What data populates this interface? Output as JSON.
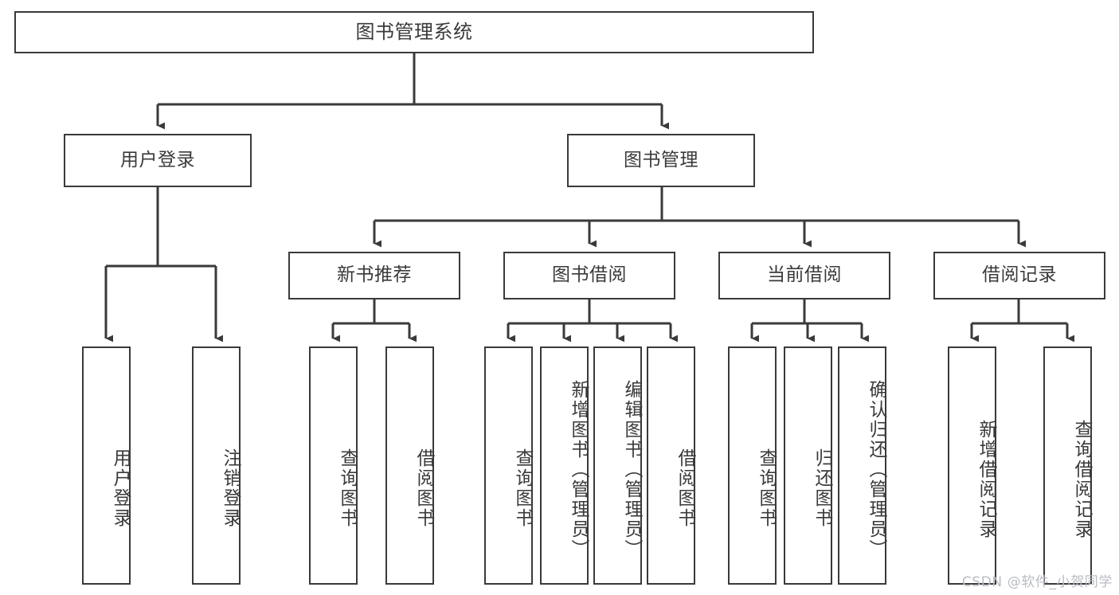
{
  "diagram": {
    "title": "图书管理系统",
    "watermark": "CSDN @软件_小贺同学",
    "line_color": "#3a3a3c",
    "box_fill": "#ffffff",
    "text_color": "#3a3a3c",
    "root": {
      "label": "图书管理系统"
    },
    "level2": [
      {
        "label": "用户登录"
      },
      {
        "label": "图书管理"
      }
    ],
    "level3": [
      {
        "label": "新书推荐"
      },
      {
        "label": "图书借阅"
      },
      {
        "label": "当前借阅"
      },
      {
        "label": "借阅记录"
      }
    ],
    "leaves": {
      "user_login": [
        {
          "label": "用户登录"
        },
        {
          "label": "注销登录"
        }
      ],
      "new_book_recommend": [
        {
          "label": "查询图书"
        },
        {
          "label": "借阅图书"
        }
      ],
      "book_borrow": [
        {
          "label": "查询图书"
        },
        {
          "label": "新增图书（管理员）"
        },
        {
          "label": "编辑图书（管理员）"
        },
        {
          "label": "借阅图书"
        }
      ],
      "current_borrow": [
        {
          "label": "查询图书"
        },
        {
          "label": "归还图书"
        },
        {
          "label": "确认归还（管理员）"
        }
      ],
      "borrow_record": [
        {
          "label": "新增借阅记录"
        },
        {
          "label": "查询借阅记录"
        }
      ]
    }
  }
}
